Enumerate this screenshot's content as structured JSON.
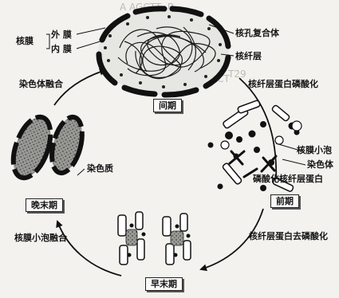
{
  "labels": {
    "nuclear_envelope": "核膜",
    "outer_membrane": "外 膜",
    "inner_membrane": "内 膜",
    "nuclear_pore_complex": "核孔复合体",
    "nuclear_lamina": "核纤层",
    "lamin_phosphorylation": "核纤层蛋白磷酸化",
    "nuclear_vesicle": "核膜小泡",
    "chromosome": "染色体",
    "phosphorylated_lamin": "磷酸化核纤层蛋白",
    "lamin_dephosphorylation": "核纤层蛋白去磷酸化",
    "vesicle_fusion": "核膜小泡融合",
    "chromatin": "染色质",
    "chromosome_fusion": "染色体融合"
  },
  "phases": {
    "interphase": "间期",
    "prophase": "前期",
    "early_telophase": "早末期",
    "late_telophase": "晚末期"
  },
  "background_text": [
    "A AGCTT, B",
    "T29",
    "AGCT"
  ]
}
